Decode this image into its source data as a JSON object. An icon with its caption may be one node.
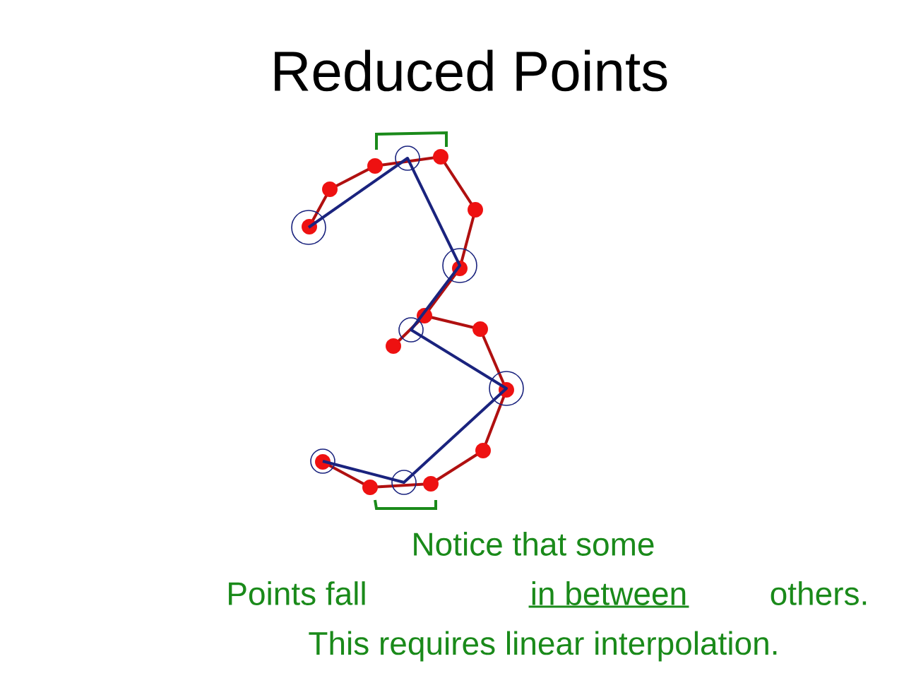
{
  "diagram": {
    "title": "Reduced Points",
    "labels": [
      "Notice that some",
      "Points fall",
      "in between",
      "others.",
      "This requires linear interpolation."
    ]
  }
}
